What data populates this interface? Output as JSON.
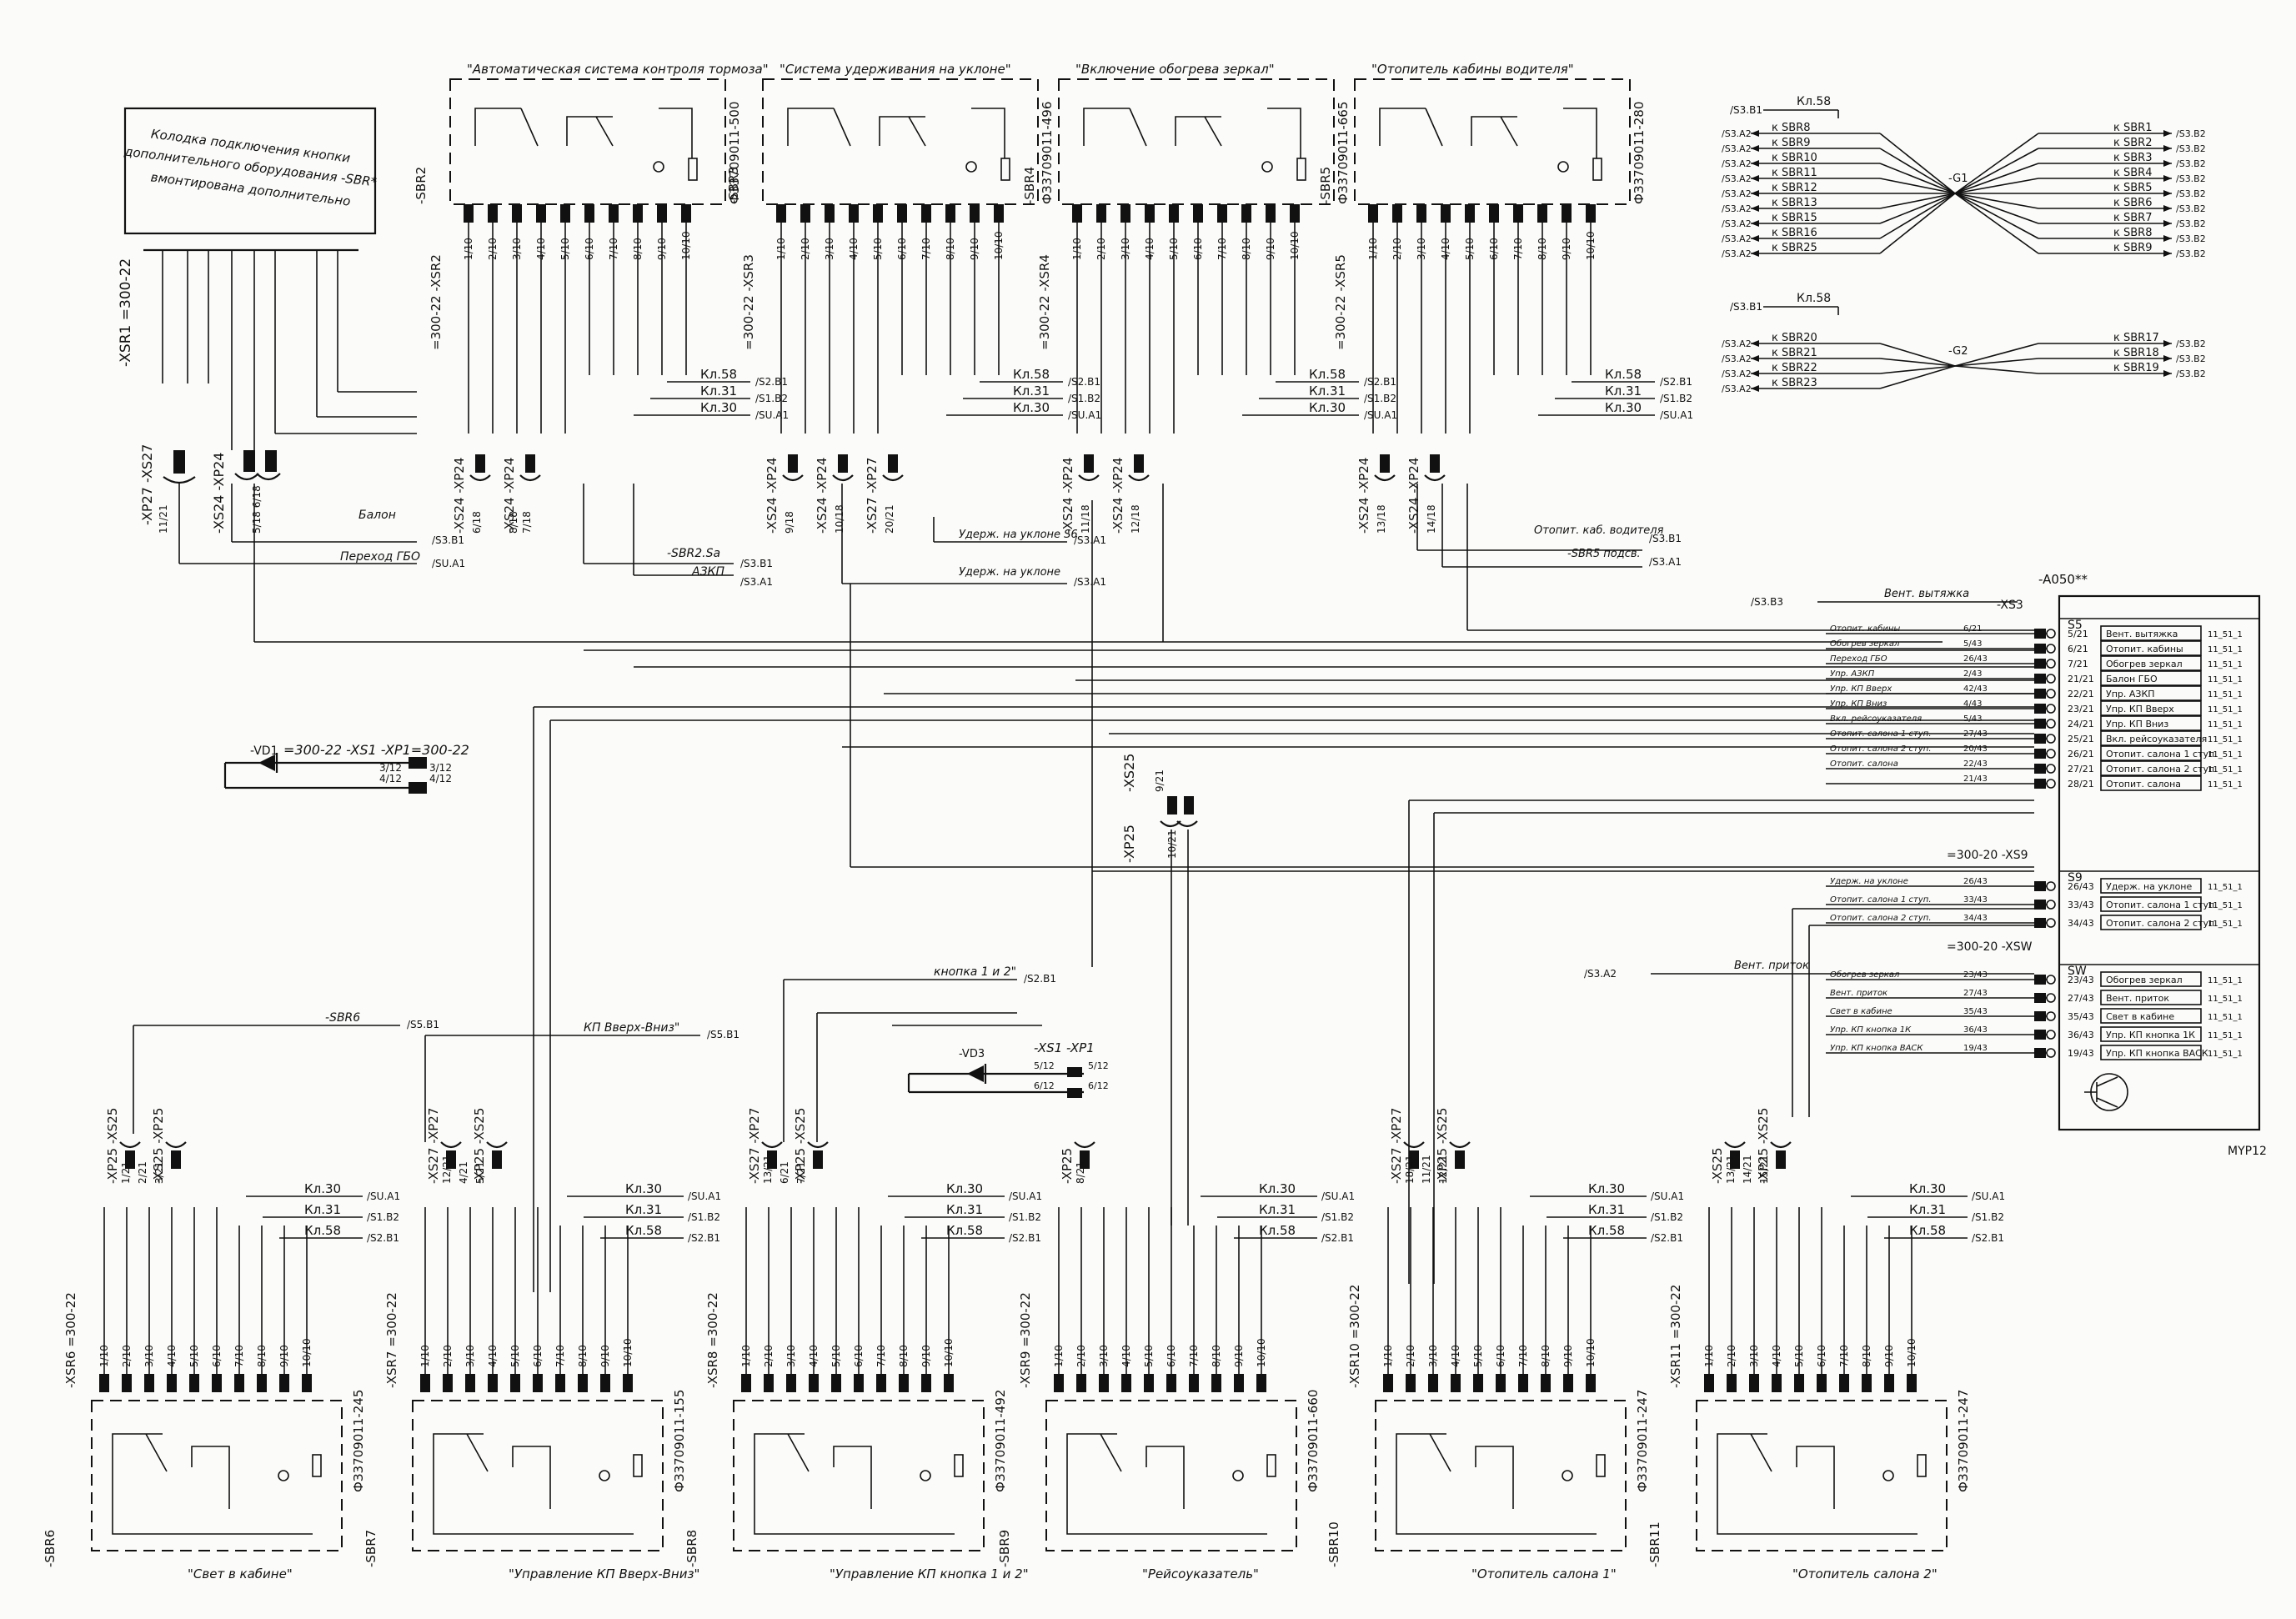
{
  "note_box": [
    "Колодка подключения кнопки",
    "дополнительного оборудования -SBR*",
    "вмонтирована дополнительно"
  ],
  "connectors": {
    "xsr1": "-XSR1 =300-22",
    "xp27_a": "-XP27 -XS27",
    "xp27_a_pin": "11/21",
    "xs24_a": "-XS24 -XP24",
    "xs24_a_pins": "5/18 6/18",
    "xs1_block": "=300-22 -XS1 -XP1=300-22",
    "xs1_pins": [
      "3/12",
      "3/12",
      "4/12",
      "4/12"
    ],
    "vd1": "-VD1",
    "xs25_mid": "-XS25",
    "xp25_mid": "-XP25",
    "xs25_mid_pins": [
      "9/21",
      "10/21"
    ],
    "xs1_lower": "-XS1 -XP1",
    "xs1_lower_pins": [
      "5/12",
      "5/12",
      "6/12",
      "6/12"
    ],
    "vd3": "-VD3"
  },
  "top_panels": [
    {
      "title": "\"Автоматическая система контроля тормоза\"",
      "ref": "-SBR2",
      "conn": "=300-22 -XSR2",
      "part": "ФЗ3709011-500",
      "pins": [
        "1/10",
        "2/10",
        "3/10",
        "4/10",
        "5/10",
        "6/10",
        "7/10",
        "8/10",
        "9/10",
        "10/10"
      ],
      "xs": [
        "-XS24 -XP24",
        "-XS24 -XP24"
      ],
      "xs_pins": [
        "6/18",
        "7/18",
        "8/18"
      ],
      "kl": [
        "Кл.58",
        "Кл.31",
        "Кл.30"
      ],
      "dst": [
        "/S2.B1",
        "/S1.B2",
        "/SU.A1"
      ]
    },
    {
      "title": "\"Система удерживания на уклоне\"",
      "ref": "-SBR3",
      "conn": "=300-22 -XSR3",
      "part": "ФЗ3709011-496",
      "pins": [
        "1/10",
        "2/10",
        "3/10",
        "4/10",
        "5/10",
        "6/10",
        "7/10",
        "8/10",
        "9/10",
        "10/10"
      ],
      "xs": [
        "-XS24 -XP24",
        "-XS24 -XP24",
        "-XS27 -XP27"
      ],
      "xs_pins": [
        "9/18",
        "10/18",
        "20/21"
      ],
      "kl": [
        "Кл.58",
        "Кл.31",
        "Кл.30"
      ],
      "dst": [
        "/S2.B1",
        "/S1.B2",
        "/SU.A1"
      ]
    },
    {
      "title": "\"Включение обогрева зеркал\"",
      "ref": "-SBR4",
      "conn": "=300-22 -XSR4",
      "part": "ФЗ3709011-665",
      "pins": [
        "1/10",
        "2/10",
        "3/10",
        "4/10",
        "5/10",
        "6/10",
        "7/10",
        "8/10",
        "9/10",
        "10/10"
      ],
      "xs": [
        "-XS24 -XP24",
        "-XS24 -XP24"
      ],
      "xs_pins": [
        "11/18",
        "12/18"
      ],
      "kl": [
        "Кл.58",
        "Кл.31",
        "Кл.30"
      ],
      "dst": [
        "/S2.B1",
        "/S1.B2",
        "/SU.A1"
      ]
    },
    {
      "title": "\"Отопитель кабины водителя\"",
      "ref": "-SBR5",
      "conn": "=300-22 -XSR5",
      "part": "ФЗ3709011-280",
      "pins": [
        "1/10",
        "2/10",
        "3/10",
        "4/10",
        "5/10",
        "6/10",
        "7/10",
        "8/10",
        "9/10",
        "10/10"
      ],
      "xs": [
        "-XS24 -XP24",
        "-XS24 -XP24"
      ],
      "xs_pins": [
        "13/18",
        "14/18"
      ],
      "kl": [
        "Кл.58",
        "Кл.31",
        "Кл.30"
      ],
      "dst": [
        "/S2.B1",
        "/S1.B2",
        "/SU.A1"
      ]
    }
  ],
  "top_signals": [
    {
      "text": "Балон",
      "dst": "/S3.B1"
    },
    {
      "text": "Переход ГБО",
      "dst": "/SU.A1"
    },
    {
      "text": "-SBR2.Sa",
      "dst": "/S3.B1"
    },
    {
      "text": "АЗКП",
      "dst": "/S3.A1"
    },
    {
      "text": "Удерж. на уклоне S6",
      "dst": "/S3.A1"
    },
    {
      "text": "Удерж. на уклоне",
      "dst": "/S3.A1"
    },
    {
      "text": "Отопит. каб. водителя",
      "dst": "/S3.B1"
    },
    {
      "text": "-SBR5 подсв.",
      "dst": "/S3.A1"
    }
  ],
  "harness_g1": {
    "src": "/S3.B1",
    "kl": "Кл.58",
    "name": "-G1",
    "left": [
      "к SBR8",
      "к SBR9",
      "к SBR10",
      "к SBR11",
      "к SBR12",
      "к SBR13",
      "к SBR15",
      "к SBR16",
      "к SBR25"
    ],
    "left_ref": [
      "/S3.A2",
      "/S3.A2",
      "/S3.A2",
      "/S3.A2",
      "/S3.A2",
      "/S3.A2",
      "/S3.A2",
      "/S3.A2",
      "/S3.A2"
    ],
    "right": [
      "к SBR1",
      "к SBR2",
      "к SBR3",
      "к SBR4",
      "к SBR5",
      "к SBR6",
      "к SBR7",
      "к SBR8",
      "к SBR9"
    ],
    "right_ref": [
      "/S3.B2",
      "/S3.B2",
      "/S3.B2",
      "/S3.B2",
      "/S3.B2",
      "/S3.B2",
      "/S3.B2",
      "/S3.B2",
      "/S3.B2"
    ]
  },
  "harness_g2": {
    "src": "/S3.B1",
    "kl": "Кл.58",
    "name": "-G2",
    "left": [
      "к SBR20",
      "к SBR21",
      "к SBR22",
      "к SBR23"
    ],
    "left_ref": [
      "/S3.A2",
      "/S3.A2",
      "/S3.A2",
      "/S3.A2"
    ],
    "right": [
      "к SBR17",
      "к SBR18",
      "к SBR19"
    ],
    "right_ref": [
      "/S3.B2",
      "/S3.B2",
      "/S3.B2"
    ]
  },
  "a050": {
    "title": "-A050**",
    "xs3": "-XS3",
    "s5": "S5",
    "ext_in": {
      "label": "Вент. вытяжка",
      "ref": "/S3.B3"
    },
    "s5_rows": [
      {
        "wire": "Отопит. кабины",
        "pin": "6/21",
        "pin2": "5/21",
        "func": "Вент. вытяжка",
        "code": "11_51_1"
      },
      {
        "wire": "Обогрев зеркал",
        "pin": "5/43",
        "pin2": "6/21",
        "func": "Отопит. кабины",
        "code": "11_51_1"
      },
      {
        "wire": "Переход ГБО",
        "pin": "26/43",
        "pin2": "7/21",
        "func": "Обогрев зеркал",
        "code": "11_51_1"
      },
      {
        "wire": "Упр. АЗКП",
        "pin": "2/43",
        "pin2": "21/21",
        "func": "Балон ГБО",
        "code": "11_51_1"
      },
      {
        "wire": "Упр. КП Вверх",
        "pin": "42/43",
        "pin2": "22/21",
        "func": "Упр. АЗКП",
        "code": "11_51_1"
      },
      {
        "wire": "Упр. КП Вниз",
        "pin": "4/43",
        "pin2": "23/21",
        "func": "Упр. КП Вверх",
        "code": "11_51_1"
      },
      {
        "wire": "Вкл. рейсоуказателя",
        "pin": "5/43",
        "pin2": "24/21",
        "func": "Упр. КП Вниз",
        "code": "11_51_1"
      },
      {
        "wire": "Отопит. салона 1 ступ.",
        "pin": "27/43",
        "pin2": "25/21",
        "func": "Вкл. рейсоуказателя",
        "code": "11_51_1"
      },
      {
        "wire": "Отопит. салона 2 ступ.",
        "pin": "20/43",
        "pin2": "26/21",
        "func": "Отопит. салона 1 ступ.",
        "code": "11_51_1"
      },
      {
        "wire": "Отопит. салона",
        "pin": "22/43",
        "pin2": "27/21",
        "func": "Отопит. салона 2 ступ.",
        "code": "11_51_1"
      },
      {
        "wire": "",
        "pin": "21/43",
        "pin2": "28/21",
        "func": "Отопит. салона",
        "code": "11_51_1"
      }
    ],
    "xs9": "=300-20 -XS9",
    "s9": "S9",
    "s9_rows": [
      {
        "wire": "Удерж. на уклоне",
        "pin": "26/43",
        "pin2": "26/43",
        "func": "Удерж. на уклоне",
        "code": "11_51_1"
      },
      {
        "wire": "Отопит. салона 1 ступ.",
        "pin": "33/43",
        "pin2": "33/43",
        "func": "Отопит. салона 1 ступ.",
        "code": "11_51_1"
      },
      {
        "wire": "Отопит. салона 2 ступ.",
        "pin": "34/43",
        "pin2": "34/43",
        "func": "Отопит. салона 2 ступ.",
        "code": "11_51_1"
      }
    ],
    "xsw": "=300-20 -XSW",
    "sw": "SW",
    "ext_out": {
      "label": "Вент. приток",
      "ref": "/S3.A2"
    },
    "sw_rows": [
      {
        "wire": "Обогрев зеркал",
        "pin": "23/43",
        "pin2": "23/43",
        "func": "Обогрев зеркал",
        "code": "11_51_1"
      },
      {
        "wire": "Вент. приток",
        "pin": "27/43",
        "pin2": "27/43",
        "func": "Вент. приток",
        "code": "11_51_1"
      },
      {
        "wire": "Свет в кабине",
        "pin": "35/43",
        "pin2": "35/43",
        "func": "Свет в кабине",
        "code": "11_51_1"
      },
      {
        "wire": "Упр. КП кнопка 1К",
        "pin": "36/43",
        "pin2": "36/43",
        "func": "Упр. КП кнопка 1К",
        "code": "11_51_1"
      },
      {
        "wire": "Упр. КП кнопка ВАСК",
        "pin": "19/43",
        "pin2": "19/43",
        "func": "Упр. КП кнопка ВАСК",
        "code": "11_51_1"
      }
    ],
    "footer": "MYP12"
  },
  "mid_signals": [
    {
      "text": "кнопка 1 и 2\"",
      "dst": "/S2.B1"
    },
    {
      "text": "-SBR6",
      "dst": "/S5.B1"
    },
    {
      "text": "КП Вверх-Вниз\"",
      "dst": "/S5.B1"
    }
  ],
  "bottom_panels": [
    {
      "caption": "\"Свет в кабине\"",
      "ref": "-SBR6",
      "conn": "-XSR6 =300-22",
      "part": "ФЗ3709011-245",
      "xs": [
        "-XP25 -XS25",
        "-XS25 -XP25"
      ],
      "xs_pins": [
        "1/21",
        "2/21",
        "3/21"
      ],
      "pins": [
        "1/10",
        "2/10",
        "3/10",
        "4/10",
        "5/10",
        "6/10",
        "7/10",
        "8/10",
        "9/10",
        "10/10"
      ],
      "kl": [
        "Кл.30",
        "Кл.31",
        "Кл.58"
      ],
      "dst": [
        "/SU.A1",
        "/S1.B2",
        "/S2.B1"
      ]
    },
    {
      "caption": "\"Управление КП Вверх-Вниз\"",
      "ref": "-SBR7",
      "conn": "-XSR7 =300-22",
      "part": "ФЗ3709011-155",
      "xs": [
        "-XS27 -XP27",
        "-XP25 -XS25"
      ],
      "xs_pins": [
        "12/21",
        "4/21",
        "5/21"
      ],
      "pins": [
        "1/10",
        "2/10",
        "3/10",
        "4/10",
        "5/10",
        "6/10",
        "7/10",
        "8/10",
        "9/10",
        "10/10"
      ],
      "kl": [
        "Кл.30",
        "Кл.31",
        "Кл.58"
      ],
      "dst": [
        "/SU.A1",
        "/S1.B2",
        "/S2.B1"
      ]
    },
    {
      "caption": "\"Управление КП кнопка 1 и 2\"",
      "ref": "-SBR8",
      "conn": "-XSR8 =300-22",
      "part": "ФЗ3709011-492",
      "xs": [
        "-XS27 -XP27",
        "-XP25 -XS25"
      ],
      "xs_pins": [
        "13/21",
        "6/21",
        "7/21"
      ],
      "pins": [
        "1/10",
        "2/10",
        "3/10",
        "4/10",
        "5/10",
        "6/10",
        "7/10",
        "8/10",
        "9/10",
        "10/10"
      ],
      "kl": [
        "Кл.30",
        "Кл.31",
        "Кл.58"
      ],
      "dst": [
        "/SU.A1",
        "/S1.B2",
        "/S2.B1"
      ]
    },
    {
      "caption": "\"Рейсоуказатель\"",
      "ref": "-SBR9",
      "conn": "-XSR9 =300-22",
      "part": "ФЗ3709011-660",
      "xs": [
        "-XP25"
      ],
      "xs_pins": [
        "8/21"
      ],
      "pins": [
        "1/10",
        "2/10",
        "3/10",
        "4/10",
        "5/10",
        "6/10",
        "7/10",
        "8/10",
        "9/10",
        "10/10"
      ],
      "kl": [
        "Кл.30",
        "Кл.31",
        "Кл.58"
      ],
      "dst": [
        "/SU.A1",
        "/S1.B2",
        "/S2.B1"
      ]
    },
    {
      "caption": "\"Отопитель салона 1\"",
      "ref": "-SBR10",
      "conn": "-XSR10 =300-22",
      "part": "ФЗ3709011-247",
      "xs": [
        "-XS27 -XP27",
        "-XP25 -XS25"
      ],
      "xs_pins": [
        "18/21",
        "11/21",
        "12/21"
      ],
      "pins": [
        "1/10",
        "2/10",
        "3/10",
        "4/10",
        "5/10",
        "6/10",
        "7/10",
        "8/10",
        "9/10",
        "10/10"
      ],
      "kl": [
        "Кл.30",
        "Кл.31",
        "Кл.58"
      ],
      "dst": [
        "/SU.A1",
        "/S1.B2",
        "/S2.B1"
      ]
    },
    {
      "caption": "\"Отопитель салона 2\"",
      "ref": "-SBR11",
      "conn": "-XSR11 =300-22",
      "part": "ФЗ3709011-247",
      "xs": [
        "-XS25",
        "-XP25 -XS25"
      ],
      "xs_pins": [
        "13/21",
        "14/21",
        "15/21"
      ],
      "pins": [
        "1/10",
        "2/10",
        "3/10",
        "4/10",
        "5/10",
        "6/10",
        "7/10",
        "8/10",
        "9/10",
        "10/10"
      ],
      "kl": [
        "Кл.30",
        "Кл.31",
        "Кл.58"
      ],
      "dst": [
        "/SU.A1",
        "/S1.B2",
        "/S2.B1"
      ]
    }
  ]
}
